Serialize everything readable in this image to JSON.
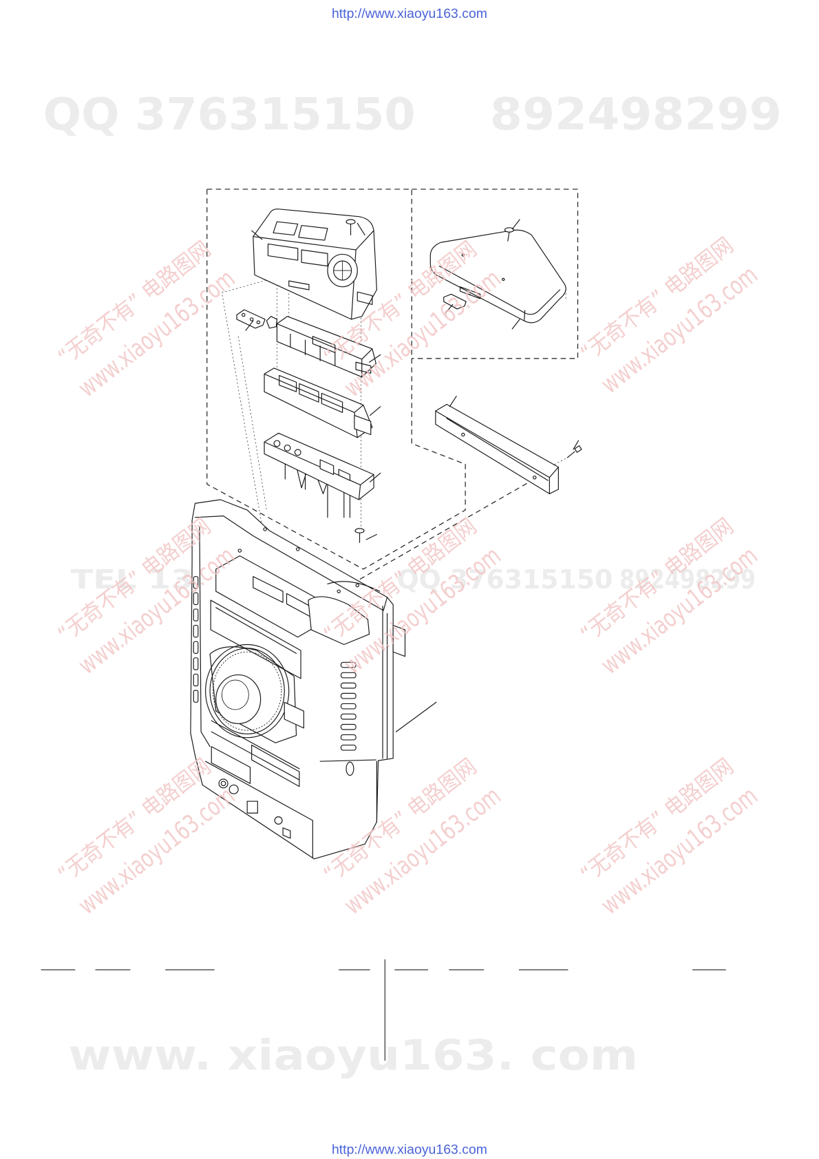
{
  "header": {
    "url": "http://www.xiaoyu163.com"
  },
  "watermarks": {
    "top_qq": "QQ 376315150",
    "top_number": "892498299",
    "mid_tel": "TEL 13",
    "mid_qq": "QQ 376315150",
    "mid_number": "892498299",
    "diagonal_line1": "“无奇不有” 电路图网",
    "diagonal_line2": "www.xiaoyu163.com",
    "bottom_site": "www. xiaoyu163. com"
  },
  "footer": {
    "url": "http://www.xiaoyu163.com"
  },
  "colors": {
    "url_blue": "#4a63d8",
    "watermark_grey": "#ececec",
    "watermark_red": "#f2c4c4",
    "line_art": "#1a1a1a"
  }
}
